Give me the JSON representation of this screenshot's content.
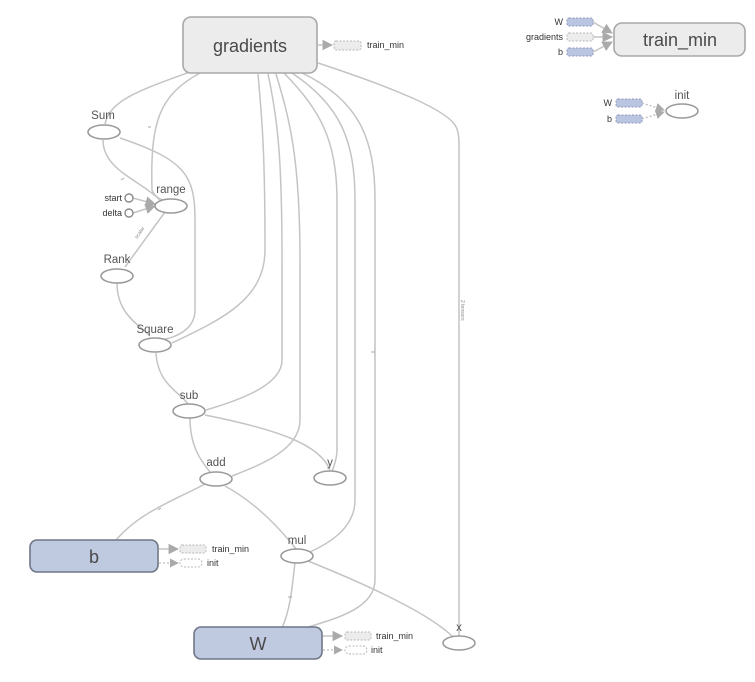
{
  "graph": {
    "title": "TensorFlow computation graph",
    "colors": {
      "edge": "#c4c4c4",
      "meta_node_fill": "#ececec",
      "variable_node_fill": "#bfc9e0",
      "variable_node_stroke": "#6f7787",
      "op_node_stroke": "#9a9a9a"
    },
    "nodes": {
      "gradients": {
        "label": "gradients",
        "kind": "meta"
      },
      "train_min": {
        "label": "train_min",
        "kind": "meta"
      },
      "init": {
        "label": "init",
        "kind": "op"
      },
      "sum": {
        "label": "Sum",
        "kind": "op"
      },
      "range": {
        "label": "range",
        "kind": "op"
      },
      "start": {
        "label": "start",
        "kind": "const"
      },
      "delta": {
        "label": "delta",
        "kind": "const"
      },
      "rank": {
        "label": "Rank",
        "kind": "op"
      },
      "square": {
        "label": "Square",
        "kind": "op"
      },
      "sub": {
        "label": "sub",
        "kind": "op"
      },
      "y": {
        "label": "y",
        "kind": "op"
      },
      "add": {
        "label": "add",
        "kind": "op"
      },
      "mul": {
        "label": "mul",
        "kind": "op"
      },
      "b": {
        "label": "b",
        "kind": "variable"
      },
      "W": {
        "label": "W",
        "kind": "variable"
      },
      "x": {
        "label": "x",
        "kind": "op"
      }
    },
    "aux_labels": {
      "gradients_out": "train_min",
      "train_min_in": [
        "W",
        "gradients",
        "b"
      ],
      "init_in": [
        "W",
        "b"
      ],
      "b_out": [
        "train_min",
        "init"
      ],
      "W_out": [
        "train_min",
        "init"
      ]
    },
    "edge_labels": {
      "gradients_to_x": "2 tensors",
      "rank_to_range": "scalar"
    },
    "edges": [
      [
        "gradients",
        "Sum"
      ],
      [
        "gradients",
        "range"
      ],
      [
        "gradients",
        "Square"
      ],
      [
        "gradients",
        "sub"
      ],
      [
        "gradients",
        "add"
      ],
      [
        "gradients",
        "y"
      ],
      [
        "gradients",
        "mul"
      ],
      [
        "gradients",
        "W"
      ],
      [
        "gradients",
        "x"
      ],
      [
        "Sum",
        "range"
      ],
      [
        "Sum",
        "Square"
      ],
      [
        "start",
        "range"
      ],
      [
        "delta",
        "range"
      ],
      [
        "Rank",
        "range"
      ],
      [
        "Rank",
        "Square"
      ],
      [
        "Square",
        "sub"
      ],
      [
        "sub",
        "add"
      ],
      [
        "sub",
        "y"
      ],
      [
        "add",
        "b"
      ],
      [
        "add",
        "mul"
      ],
      [
        "mul",
        "W"
      ],
      [
        "mul",
        "x"
      ]
    ]
  }
}
